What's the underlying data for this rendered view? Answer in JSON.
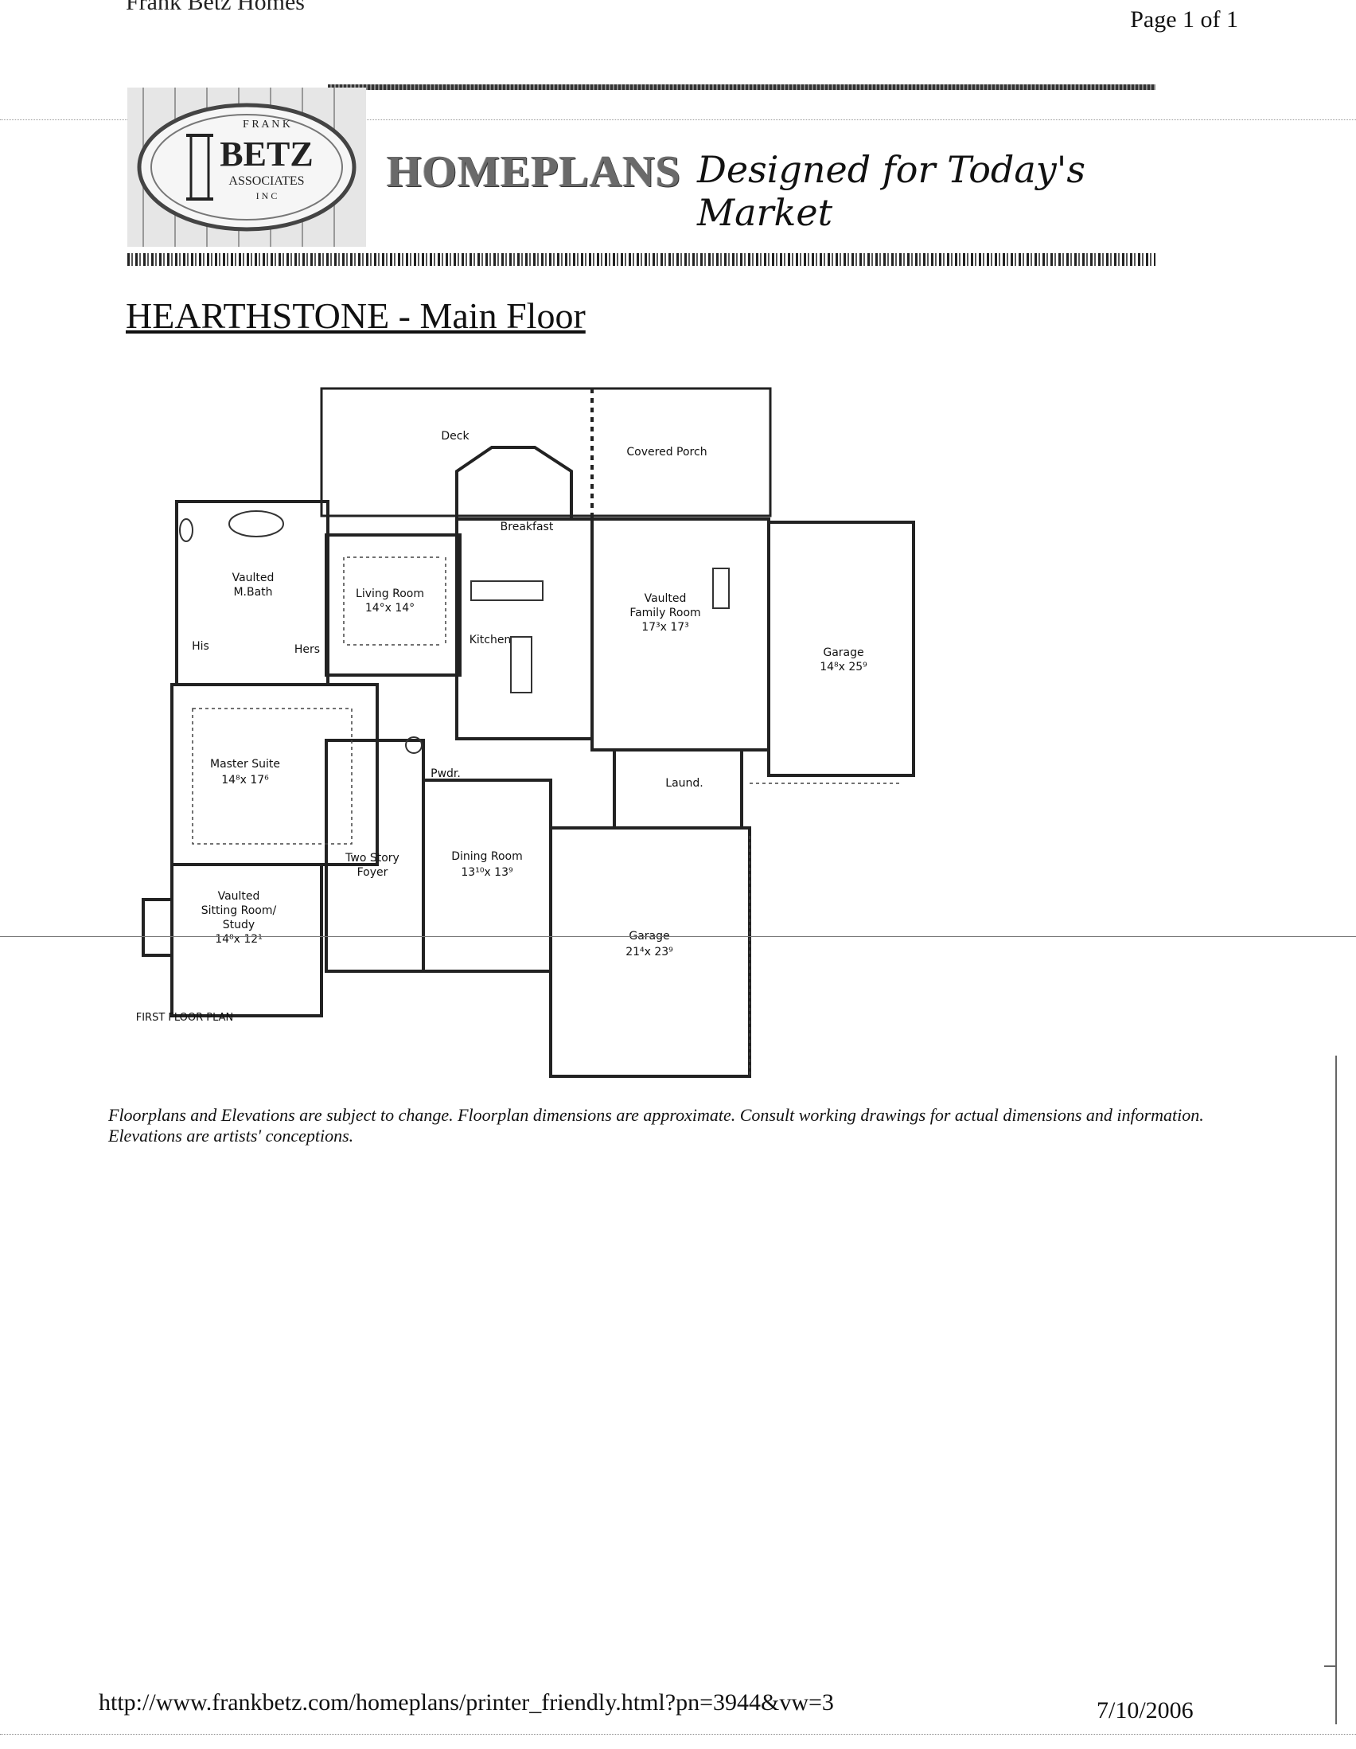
{
  "header": {
    "site_name": "Frank Betz Homes",
    "page_label": "Page 1 of 1"
  },
  "banner": {
    "seal_top": "F R A N K",
    "seal_name": "BETZ",
    "seal_sub": "ASSOCIATES",
    "seal_inc": "I N C",
    "brand": "HOMEPLANS",
    "tagline": "Designed for Today's Market"
  },
  "title": "HEARTHSTONE - Main Floor",
  "plan": {
    "rooms": {
      "deck": "Deck",
      "covered_porch": "Covered Porch",
      "breakfast": "Breakfast",
      "vaulted_mbath_1": "Vaulted",
      "vaulted_mbath_2": "M.Bath",
      "his": "His",
      "hers": "Hers",
      "living_room": "Living Room",
      "living_dim": "14°x 14°",
      "kitchen": "Kitchen",
      "family_1": "Vaulted",
      "family_2": "Family Room",
      "family_dim": "17³x 17³",
      "garage_small": "Garage",
      "garage_small_dim": "14⁸x 25⁹",
      "master_suite": "Master Suite",
      "master_dim": "14⁸x 17⁶",
      "pwdr": "Pwdr.",
      "laund": "Laund.",
      "two_story_1": "Two Story",
      "two_story_2": "Foyer",
      "dining": "Dining Room",
      "dining_dim": "13¹⁰x 13⁹",
      "sitting_1": "Vaulted",
      "sitting_2": "Sitting Room/",
      "sitting_3": "Study",
      "sitting_dim": "14⁸x 12¹",
      "garage_big": "Garage",
      "garage_big_dim": "21⁴x 23⁹",
      "caption": "FIRST FLOOR PLAN"
    }
  },
  "disclaimer": "Floorplans and Elevations are subject to change. Floorplan dimensions are approximate. Consult working drawings for actual dimensions and information. Elevations are artists' conceptions.",
  "footer": {
    "url": "http://www.frankbetz.com/homeplans/printer_friendly.html?pn=3944&vw=3",
    "date": "7/10/2006"
  }
}
